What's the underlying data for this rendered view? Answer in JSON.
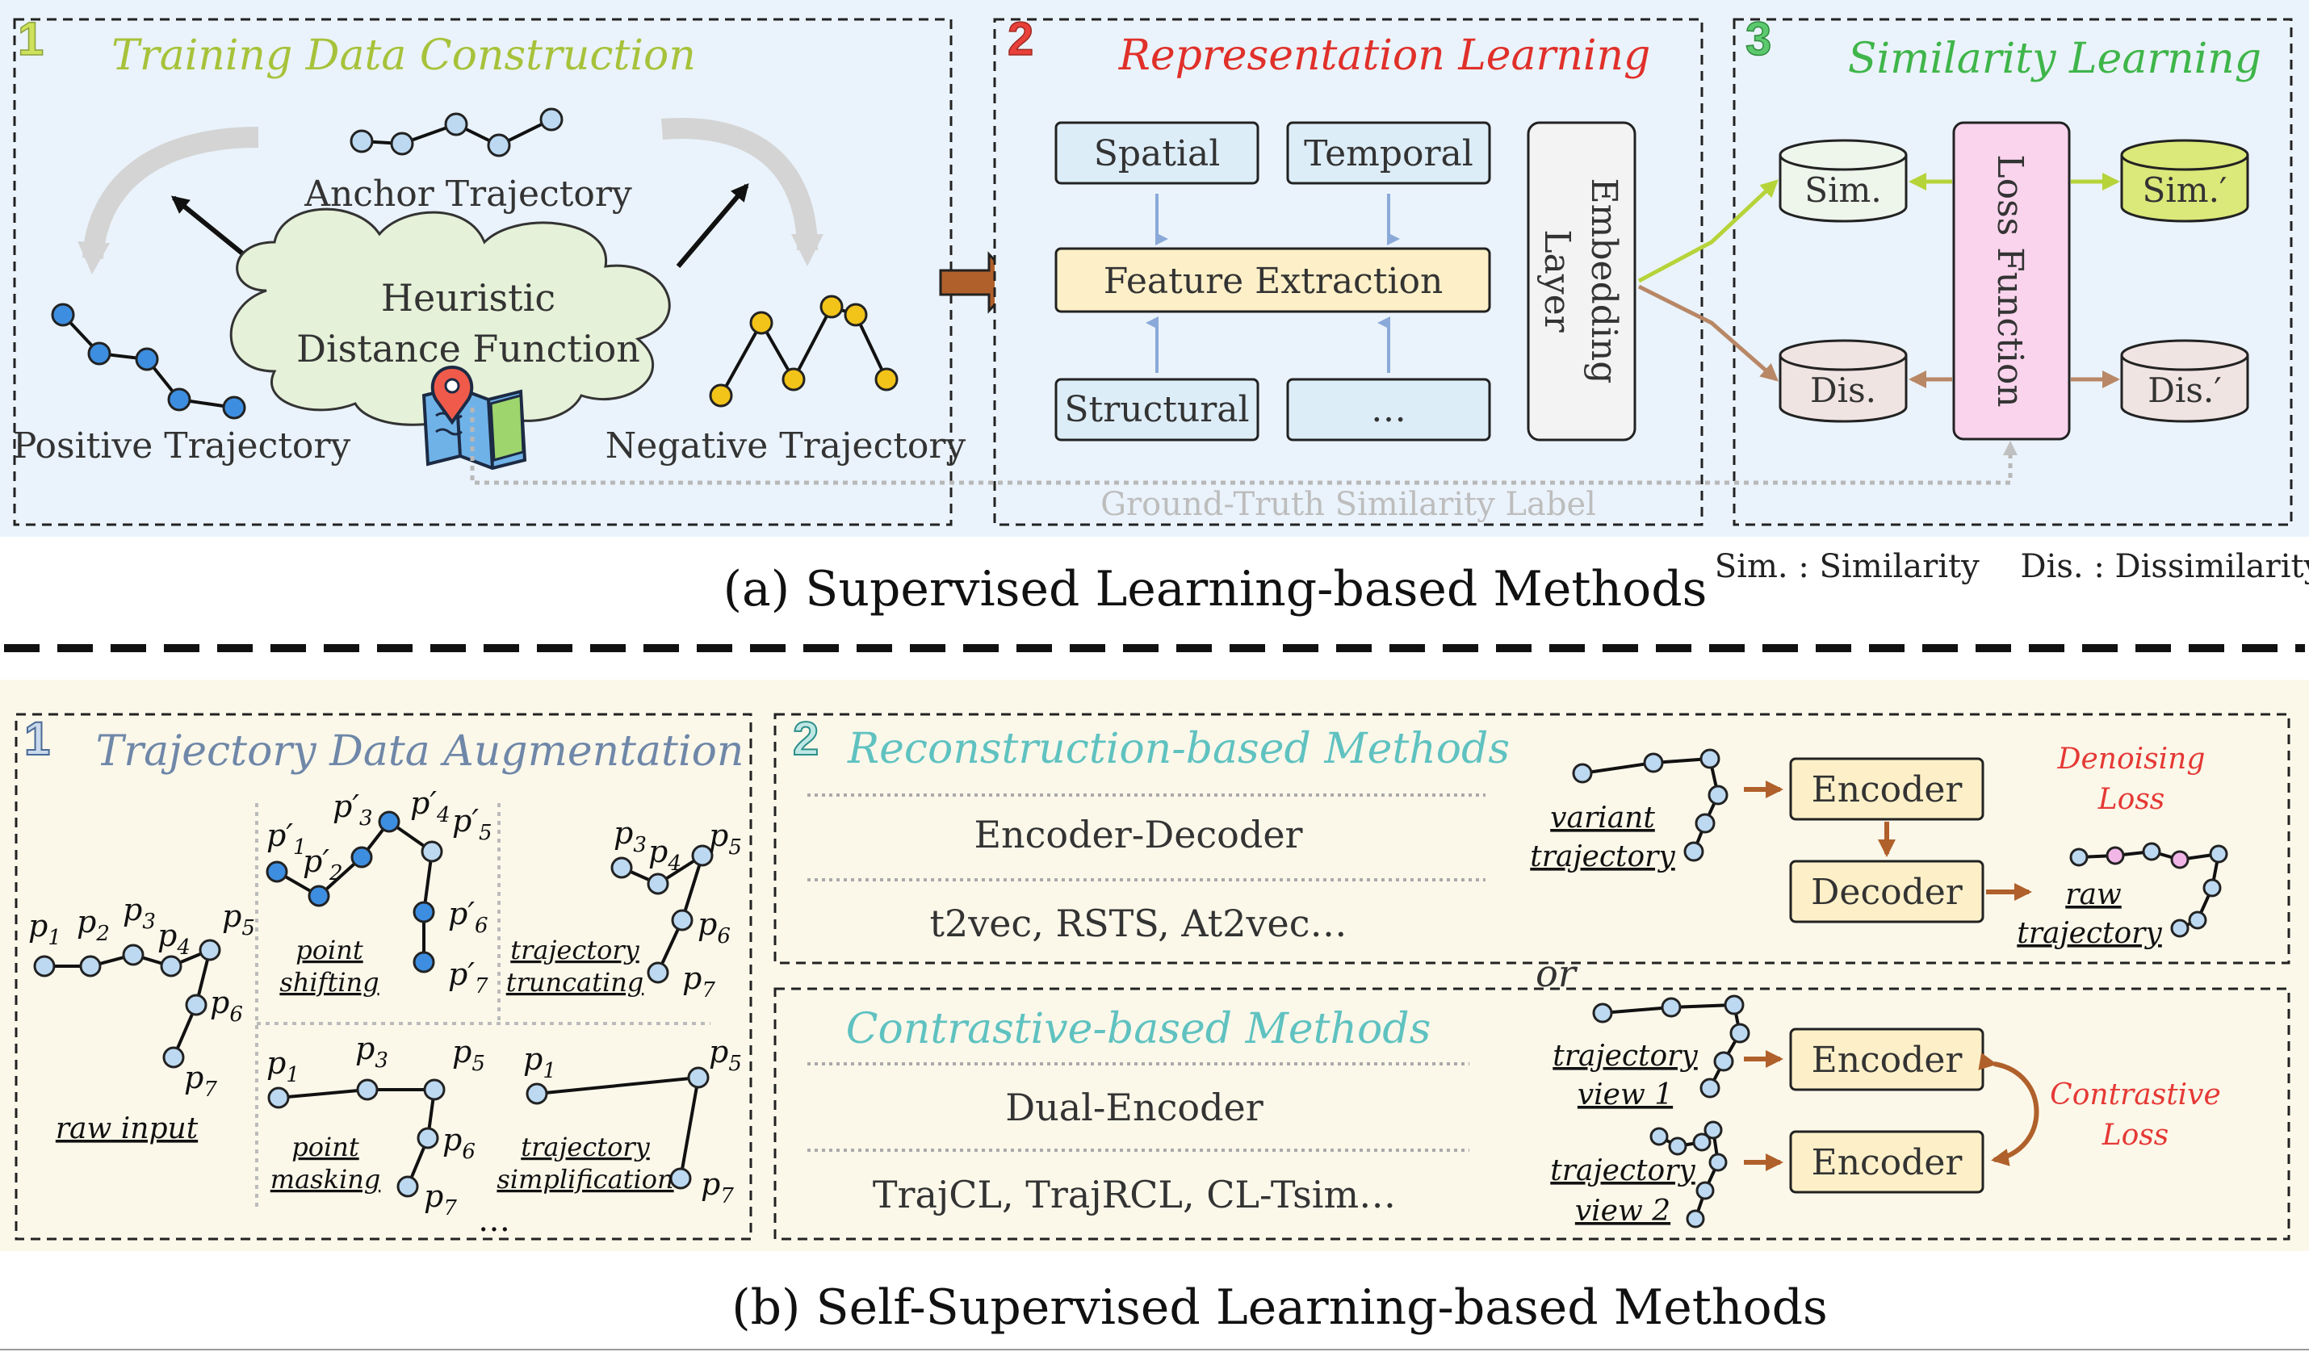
{
  "supervised": {
    "step1": {
      "badge": "1",
      "title": "Training Data Construction",
      "anchor_label": "Anchor Trajectory",
      "positive_label": "Positive Trajectory",
      "negative_label": "Negative Trajectory",
      "cloud_line1": "Heuristic",
      "cloud_line2": "Distance Function"
    },
    "step2": {
      "badge": "2",
      "title": "Representation Learning",
      "spatial": "Spatial",
      "temporal": "Temporal",
      "feature_extraction": "Feature Extraction",
      "structural": "Structural",
      "more": "…",
      "embedding_line1": "Embedding",
      "embedding_line2": "Layer"
    },
    "step3": {
      "badge": "3",
      "title": "Similarity Learning",
      "sim": "Sim.",
      "sim_prime": "Sim.′",
      "dis": "Dis.",
      "dis_prime": "Dis.′",
      "loss_function": "Loss Function"
    },
    "ground_truth_label": "Ground-Truth Similarity Label",
    "caption": "(a) Supervised Learning-based Methods",
    "legend": "Sim. : Similarity    Dis. : Dissimilarity"
  },
  "self_supervised": {
    "step1": {
      "badge": "1",
      "title": "Trajectory Data Augmentation",
      "raw_input": "raw input",
      "point_shifting_1": "point",
      "point_shifting_2": "shifting",
      "trajectory_truncating_1": "trajectory",
      "trajectory_truncating_2": "truncating",
      "point_masking_1": "point",
      "point_masking_2": "masking",
      "trajectory_simplification_1": "trajectory",
      "trajectory_simplification_2": "simplification",
      "ellipsis": "…"
    },
    "step2": {
      "badge": "2",
      "reconstruction_title": "Reconstruction-based Methods",
      "encoder_decoder": "Encoder-Decoder",
      "reconstruction_examples": "t2vec, RSTS, At2vec…",
      "variant_1": "variant",
      "variant_2": "trajectory",
      "encoder": "Encoder",
      "decoder": "Decoder",
      "denoising_1": "Denoising",
      "denoising_2": "Loss",
      "raw_1": "raw",
      "raw_2": "trajectory",
      "or": "or",
      "contrastive_title": "Contrastive-based Methods",
      "dual_encoder": "Dual-Encoder",
      "contrastive_examples": "TrajCL, TrajRCL, CL-Tsim…",
      "view1_1": "trajectory",
      "view1_2": "view 1",
      "view2_1": "trajectory",
      "view2_2": "view 2",
      "contrastive_1": "Contrastive",
      "contrastive_2": "Loss"
    },
    "caption": "(b) Self-Supervised Learning-based Methods"
  },
  "colors": {
    "panel_blue": "#eaf3fb",
    "panel_yellow": "#fbf8ea",
    "badge1": "#cde15a",
    "badge2": "#e8403a",
    "badge3": "#5cc96e",
    "title_green": "#a7c23a",
    "title_red": "#e0302a",
    "title_green2": "#3fb54a",
    "title_slate": "#6f87a8",
    "title_teal": "#5fc2c0",
    "node_blue": "#3d8ee0",
    "node_yellow": "#f2c318",
    "node_light": "#bcd9f1",
    "box_blue": "#dcedf8",
    "box_yellow": "#fdf0c8",
    "loss_pink": "#f9d4ec",
    "sim_fill": "#eef6ec",
    "simp_fill": "#dbe87a",
    "dis_fill": "#f0e4e2",
    "arrow_brown": "#b0602a",
    "arrow_lime": "#b6d33a",
    "arrow_tan": "#b88766",
    "red_text": "#e53935"
  }
}
